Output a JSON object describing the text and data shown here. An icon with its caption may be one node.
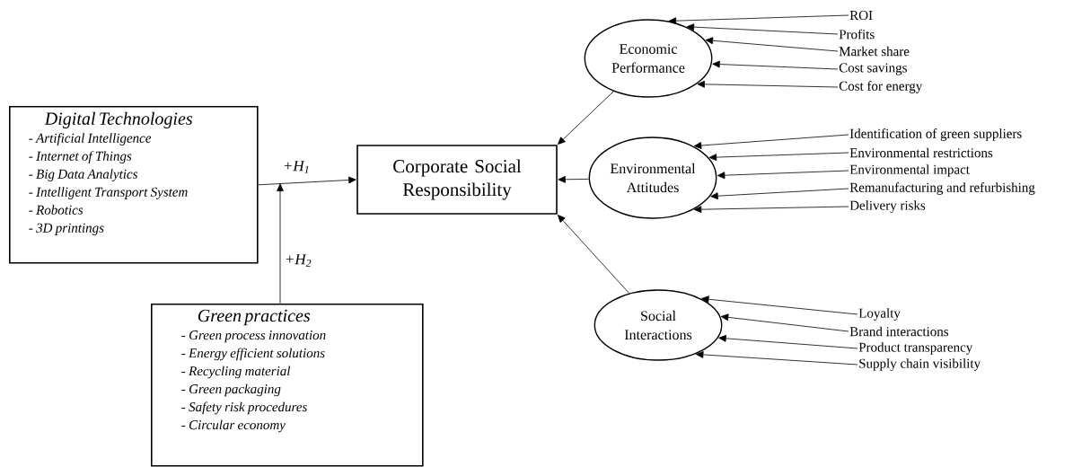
{
  "diagram": {
    "nodes": [
      {
        "text": [
          "Digital Technologies",
          "- Artificial Intelligence",
          "- Internet of Things",
          "- Big Data Analytics",
          "- Intelligent Transport System",
          "- Robotics",
          "- 3D printings"
        ]
      },
      {
        "text": [
          "Corporate Social Responsibility"
        ]
      },
      {
        "text": [
          "Green practices",
          "-  Green process innovation",
          "-  Energy efficient solutions",
          "-  Recycling material",
          "-  Green packaging",
          "-  Safety risk procedures",
          "-  Circular economy"
        ]
      },
      {
        "text": [
          "Economic Performance"
        ]
      },
      {
        "text": [
          "Environmental Attitudes"
        ]
      },
      {
        "text": [
          "Social Interactions"
        ]
      },
      {
        "text": [
          "ROI"
        ]
      },
      {
        "text": [
          "Profits"
        ]
      },
      {
        "text": [
          "Market share"
        ]
      },
      {
        "text": [
          "Cost savings"
        ]
      },
      {
        "text": [
          "Cost for energy"
        ]
      },
      {
        "text": [
          "Identification of green suppliers"
        ]
      },
      {
        "text": [
          "Environmental restrictions"
        ]
      },
      {
        "text": [
          "Environmental impact"
        ]
      },
      {
        "text": [
          "Remanufacturing and refurbishing"
        ]
      },
      {
        "text": [
          "Delivery risks"
        ]
      },
      {
        "text": [
          "Loyalty"
        ]
      },
      {
        "text": [
          "Brand interactions"
        ]
      },
      {
        "text": [
          "Product transparency"
        ]
      },
      {
        "text": [
          "Supply chain visibility"
        ]
      }
    ],
    "edges": [
      {
        "from": 0,
        "to": 1,
        "arrow": "to",
        "label": "+*H*$_{1}$"
      },
      {
        "from": 2,
        "to": null,
        "arrow": "to",
        "label": "+*H*$_{2}$"
      },
      {
        "from": 3,
        "to": 1,
        "arrow": "to"
      },
      {
        "from": 4,
        "to": 1,
        "arrow": "to"
      },
      {
        "from": 5,
        "to": 1,
        "arrow": "to"
      },
      {
        "from": 6,
        "to": 3,
        "arrow": "to"
      },
      {
        "from": 7,
        "to": 3,
        "arrow": "to"
      },
      {
        "from": 8,
        "to": 3,
        "arrow": "to"
      },
      {
        "from": 9,
        "to": 3,
        "arrow": "to"
      },
      {
        "from": 10,
        "to": 3,
        "arrow": "to"
      },
      {
        "from": 11,
        "to": 4,
        "arrow": "to"
      },
      {
        "from": 12,
        "to": 4,
        "arrow": "to"
      },
      {
        "from": 13,
        "to": 4,
        "arrow": "to"
      },
      {
        "from": 14,
        "to": 4,
        "arrow": "to"
      },
      {
        "from": 15,
        "to": 4,
        "arrow": "to"
      },
      {
        "from": 16,
        "to": 5,
        "arrow": "to"
      },
      {
        "from": 17,
        "to": 5,
        "arrow": "to"
      },
      {
        "from": 18,
        "to": 5,
        "arrow": "to"
      },
      {
        "from": 19,
        "to": 5,
        "arrow": "to"
      }
    ]
  }
}
